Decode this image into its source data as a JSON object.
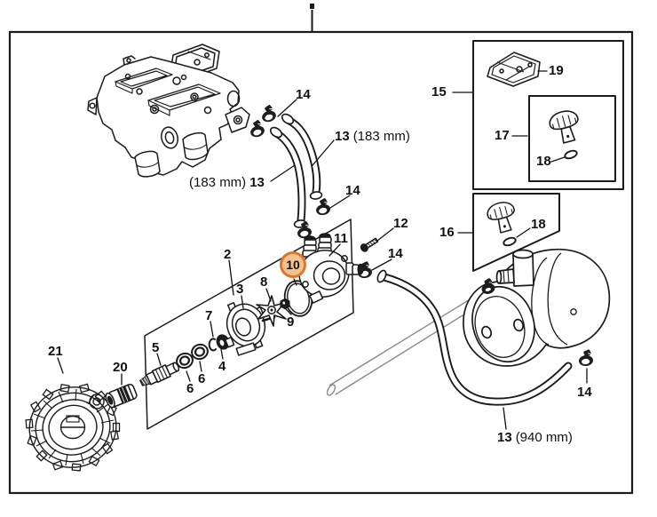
{
  "page": {
    "type": "exploded-parts-diagram",
    "highlight": {
      "selected_callout": "10",
      "circle_fill": "#f4c28f",
      "circle_border": "#d9772e"
    }
  },
  "labels": {
    "clamp_top": "14",
    "hose_short_right": {
      "num": "13",
      "dim": "(183 mm)"
    },
    "hose_short_left": {
      "dim": "(183 mm)",
      "num": "13"
    },
    "clamp_hose_end": "14",
    "bolt": "12",
    "pump_cover": "11",
    "panel": "2",
    "impeller": "8",
    "pump_housing": "3",
    "clamp_pump_inlet": "14",
    "impeller_nut": "9",
    "snap_ring": "7",
    "pump_shaft": "5",
    "seal": "4",
    "bearing_right": "6",
    "bearing_left": "6",
    "rim_wheel": "21",
    "coupler": "20",
    "kit_box_upper": "15",
    "cover_plate": "19",
    "kit_box_inner": "17",
    "oring_inner": "18",
    "kit_box_lower": "16",
    "oring_lower": "18",
    "clamp_tank": "14",
    "hose_long": {
      "num": "13",
      "dim": "(940 mm)"
    },
    "selected": "10"
  }
}
